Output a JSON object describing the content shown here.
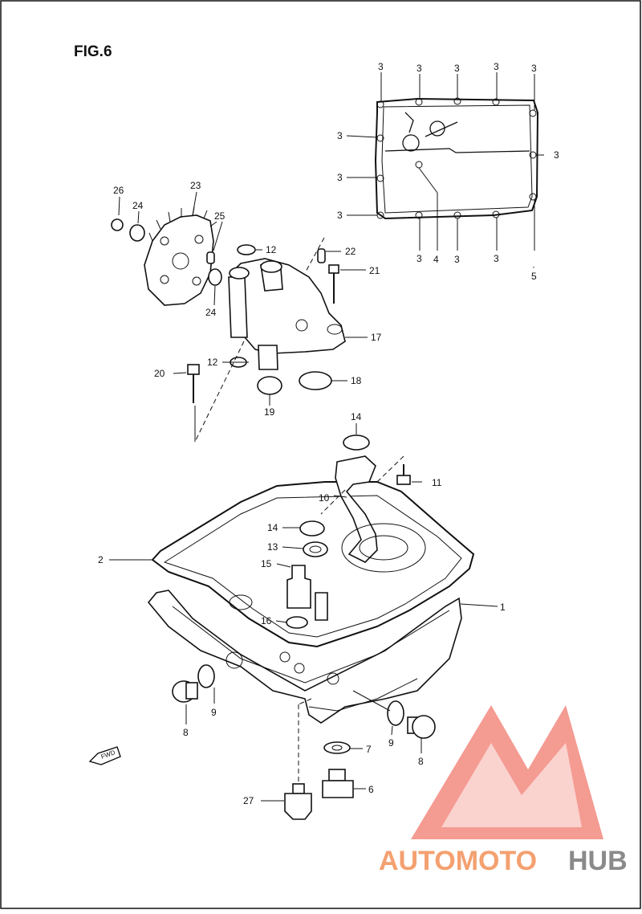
{
  "figure": {
    "title": "FIG.6"
  },
  "callouts": [
    "1",
    "2",
    "3",
    "3",
    "3",
    "3",
    "3",
    "3",
    "3",
    "3",
    "3",
    "3",
    "3",
    "3",
    "4",
    "5",
    "6",
    "7",
    "8",
    "8",
    "9",
    "9",
    "10",
    "11",
    "12",
    "12",
    "13",
    "14",
    "14",
    "15",
    "16",
    "17",
    "18",
    "19",
    "20",
    "21",
    "22",
    "23",
    "24",
    "24",
    "25",
    "26",
    "27"
  ],
  "fwd_label": "FWD",
  "watermark": {
    "part1": "AUTOMOTO",
    "part2": "HUB",
    "color_auto": "#f6b95e",
    "color_moto": "#f08070",
    "color_hub": "#8a8a8a",
    "logo_color": "#f07a6e"
  }
}
